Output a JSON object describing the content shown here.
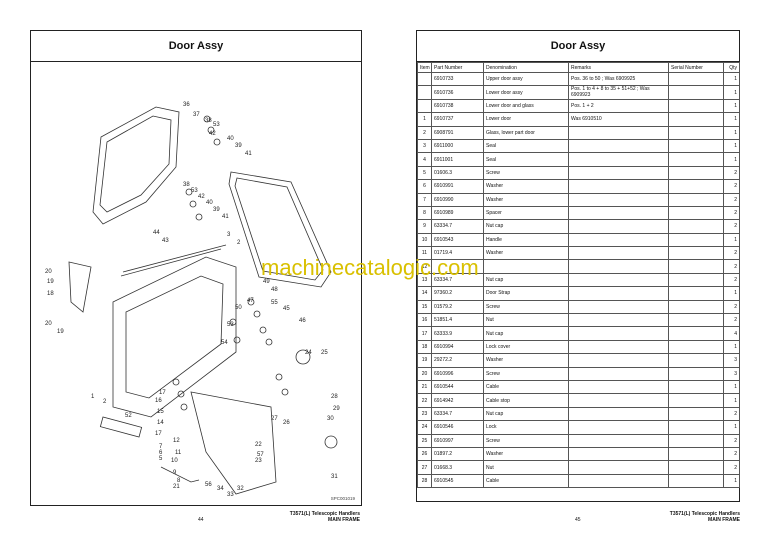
{
  "left": {
    "title": "Door Assy",
    "figure_code": "SPC001019",
    "page_number": "44",
    "footer_line1": "T3571(L) Telescopic Handlers",
    "footer_line2": "MAIN FRAME",
    "callouts": [
      "36",
      "37",
      "38",
      "53",
      "42",
      "40",
      "39",
      "41",
      "38",
      "53",
      "42",
      "40",
      "39",
      "41",
      "44",
      "43",
      "3",
      "2",
      "20",
      "19",
      "18",
      "20",
      "19",
      "49",
      "48",
      "47",
      "50",
      "55",
      "45",
      "46",
      "53",
      "54",
      "24",
      "25",
      "28",
      "29",
      "30",
      "31",
      "17",
      "16",
      "15",
      "14",
      "17",
      "52",
      "27",
      "26",
      "7",
      "6",
      "5",
      "12",
      "11",
      "10",
      "9",
      "8",
      "22",
      "23",
      "57",
      "21",
      "56",
      "34",
      "33",
      "32",
      "1",
      "2"
    ]
  },
  "right": {
    "title": "Door Assy",
    "page_number": "45",
    "footer_line1": "T3571(L) Telescopic Handlers",
    "footer_line2": "MAIN FRAME",
    "columns": [
      "Item",
      "Part Number",
      "Denomination",
      "Remarks",
      "Serial Number",
      "Qty"
    ],
    "rows": [
      {
        "item": "",
        "part": "6910733",
        "name": "Upper door assy",
        "remarks": "Pos. 36 to 50 ; Was 6909925",
        "serial": "",
        "qty": "1"
      },
      {
        "item": "",
        "part": "6910736",
        "name": "Lower door assy",
        "remarks": "Pos. 1 to 4 + 8 to 35 + 51+52 ; Was 6909923",
        "serial": "",
        "qty": "1"
      },
      {
        "item": "",
        "part": "6910738",
        "name": "Lower door and glass",
        "remarks": "Pos. 1 + 2",
        "serial": "",
        "qty": "1"
      },
      {
        "item": "1",
        "part": "6910737",
        "name": "Lower door",
        "remarks": "Was 6910510",
        "serial": "",
        "qty": "1"
      },
      {
        "item": "2",
        "part": "6908791",
        "name": "Glass, lower part door",
        "remarks": "",
        "serial": "",
        "qty": "1"
      },
      {
        "item": "3",
        "part": "6911000",
        "name": "Seal",
        "remarks": "",
        "serial": "",
        "qty": "1"
      },
      {
        "item": "4",
        "part": "6911001",
        "name": "Seal",
        "remarks": "",
        "serial": "",
        "qty": "1"
      },
      {
        "item": "5",
        "part": "01606.3",
        "name": "Screw",
        "remarks": "",
        "serial": "",
        "qty": "2"
      },
      {
        "item": "6",
        "part": "6910991",
        "name": "Washer",
        "remarks": "",
        "serial": "",
        "qty": "2"
      },
      {
        "item": "7",
        "part": "6910990",
        "name": "Washer",
        "remarks": "",
        "serial": "",
        "qty": "2"
      },
      {
        "item": "8",
        "part": "6910989",
        "name": "Spacer",
        "remarks": "",
        "serial": "",
        "qty": "2"
      },
      {
        "item": "9",
        "part": "63334.7",
        "name": "Nut cap",
        "remarks": "",
        "serial": "",
        "qty": "2"
      },
      {
        "item": "10",
        "part": "6910543",
        "name": "Handle",
        "remarks": "",
        "serial": "",
        "qty": "1"
      },
      {
        "item": "11",
        "part": "01719.4",
        "name": "Washer",
        "remarks": "",
        "serial": "",
        "qty": "2"
      },
      {
        "item": "12",
        "part": "",
        "name": "",
        "remarks": "",
        "serial": "",
        "qty": "2"
      },
      {
        "item": "13",
        "part": "63334.7",
        "name": "Nut cap",
        "remarks": "",
        "serial": "",
        "qty": "2"
      },
      {
        "item": "14",
        "part": "97360.2",
        "name": "Door Strap",
        "remarks": "",
        "serial": "",
        "qty": "1"
      },
      {
        "item": "15",
        "part": "01579.2",
        "name": "Screw",
        "remarks": "",
        "serial": "",
        "qty": "2"
      },
      {
        "item": "16",
        "part": "51851.4",
        "name": "Nut",
        "remarks": "",
        "serial": "",
        "qty": "2"
      },
      {
        "item": "17",
        "part": "63333.9",
        "name": "Nut cap",
        "remarks": "",
        "serial": "",
        "qty": "4"
      },
      {
        "item": "18",
        "part": "6910994",
        "name": "Lock cover",
        "remarks": "",
        "serial": "",
        "qty": "1"
      },
      {
        "item": "19",
        "part": "29272.2",
        "name": "Washer",
        "remarks": "",
        "serial": "",
        "qty": "3"
      },
      {
        "item": "20",
        "part": "6910996",
        "name": "Screw",
        "remarks": "",
        "serial": "",
        "qty": "3"
      },
      {
        "item": "21",
        "part": "6910544",
        "name": "Cable",
        "remarks": "",
        "serial": "",
        "qty": "1"
      },
      {
        "item": "22",
        "part": "6914942",
        "name": "Cable stop",
        "remarks": "",
        "serial": "",
        "qty": "1"
      },
      {
        "item": "23",
        "part": "63334.7",
        "name": "Nut cap",
        "remarks": "",
        "serial": "",
        "qty": "2"
      },
      {
        "item": "24",
        "part": "6910546",
        "name": "Lock",
        "remarks": "",
        "serial": "",
        "qty": "1"
      },
      {
        "item": "25",
        "part": "6910997",
        "name": "Screw",
        "remarks": "",
        "serial": "",
        "qty": "2"
      },
      {
        "item": "26",
        "part": "01897.2",
        "name": "Washer",
        "remarks": "",
        "serial": "",
        "qty": "2"
      },
      {
        "item": "27",
        "part": "01668.3",
        "name": "Nut",
        "remarks": "",
        "serial": "",
        "qty": "2"
      },
      {
        "item": "28",
        "part": "6910545",
        "name": "Cable",
        "remarks": "",
        "serial": "",
        "qty": "1"
      }
    ]
  },
  "watermark": "machinecatalogic.com"
}
